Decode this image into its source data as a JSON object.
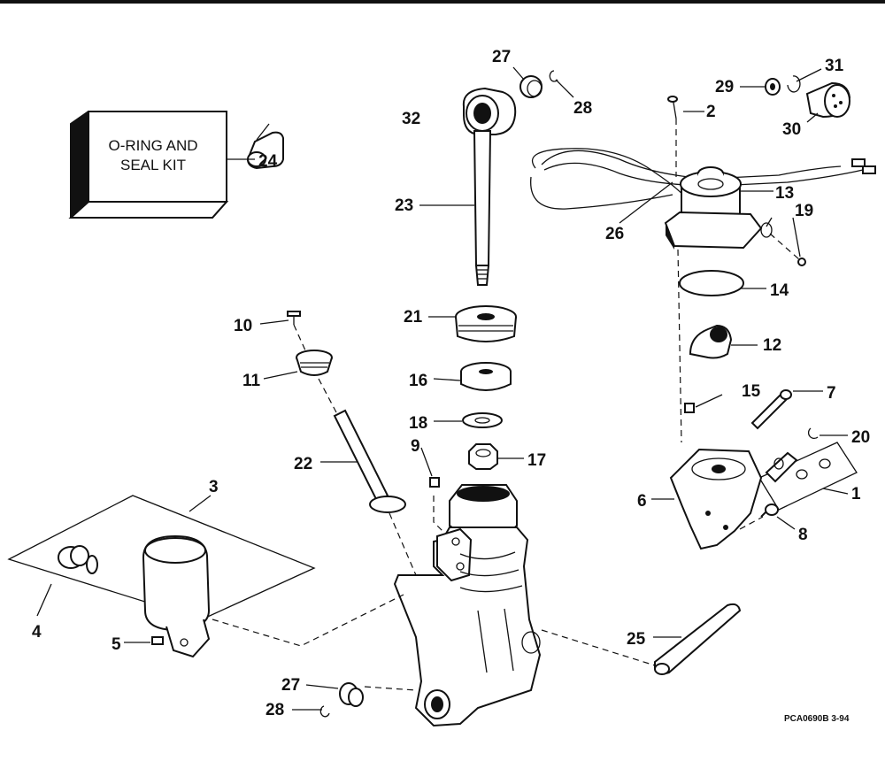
{
  "kit_box": {
    "line1": "O-RING AND",
    "line2": "SEAL KIT"
  },
  "figure_code": "PCA0690B  3-94",
  "callouts": [
    {
      "id": "c1",
      "text": "1"
    },
    {
      "id": "c2",
      "text": "2"
    },
    {
      "id": "c3",
      "text": "3"
    },
    {
      "id": "c4",
      "text": "4"
    },
    {
      "id": "c5",
      "text": "5"
    },
    {
      "id": "c6",
      "text": "6"
    },
    {
      "id": "c7",
      "text": "7"
    },
    {
      "id": "c8",
      "text": "8"
    },
    {
      "id": "c9",
      "text": "9"
    },
    {
      "id": "c10",
      "text": "10"
    },
    {
      "id": "c11",
      "text": "11"
    },
    {
      "id": "c12",
      "text": "12"
    },
    {
      "id": "c13",
      "text": "13"
    },
    {
      "id": "c14",
      "text": "14"
    },
    {
      "id": "c15",
      "text": "15"
    },
    {
      "id": "c16",
      "text": "16"
    },
    {
      "id": "c17",
      "text": "17"
    },
    {
      "id": "c18",
      "text": "18"
    },
    {
      "id": "c19",
      "text": "19"
    },
    {
      "id": "c20",
      "text": "20"
    },
    {
      "id": "c21",
      "text": "21"
    },
    {
      "id": "c22",
      "text": "22"
    },
    {
      "id": "c23",
      "text": "23"
    },
    {
      "id": "c24",
      "text": "24"
    },
    {
      "id": "c25",
      "text": "25"
    },
    {
      "id": "c26",
      "text": "26"
    },
    {
      "id": "c27a",
      "text": "27"
    },
    {
      "id": "c27b",
      "text": "27"
    },
    {
      "id": "c28a",
      "text": "28"
    },
    {
      "id": "c28b",
      "text": "28"
    },
    {
      "id": "c29",
      "text": "29"
    },
    {
      "id": "c30",
      "text": "30"
    },
    {
      "id": "c31",
      "text": "31"
    },
    {
      "id": "c32",
      "text": "32"
    }
  ]
}
